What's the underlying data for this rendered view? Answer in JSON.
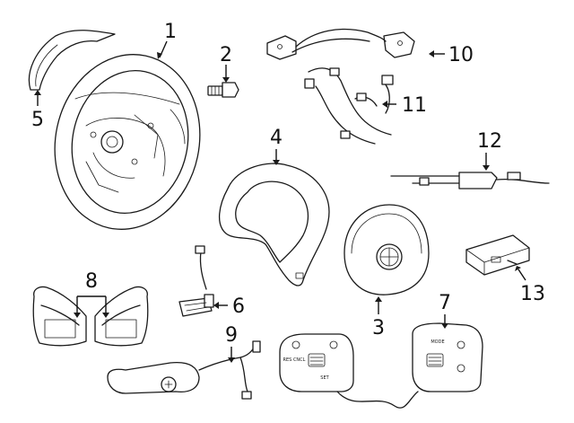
{
  "callouts": [
    {
      "id": "1",
      "label": "1"
    },
    {
      "id": "2",
      "label": "2"
    },
    {
      "id": "3",
      "label": "3"
    },
    {
      "id": "4",
      "label": "4"
    },
    {
      "id": "5",
      "label": "5"
    },
    {
      "id": "6",
      "label": "6"
    },
    {
      "id": "7",
      "label": "7"
    },
    {
      "id": "8",
      "label": "8"
    },
    {
      "id": "9",
      "label": "9"
    },
    {
      "id": "10",
      "label": "10"
    },
    {
      "id": "11",
      "label": "11"
    },
    {
      "id": "12",
      "label": "12"
    },
    {
      "id": "13",
      "label": "13"
    }
  ],
  "switch_labels": {
    "mode": "MODE",
    "res_canc": "RES CNCL",
    "set": "SET"
  },
  "colors": {
    "line": "#1a1a1a",
    "background": "#ffffff"
  }
}
